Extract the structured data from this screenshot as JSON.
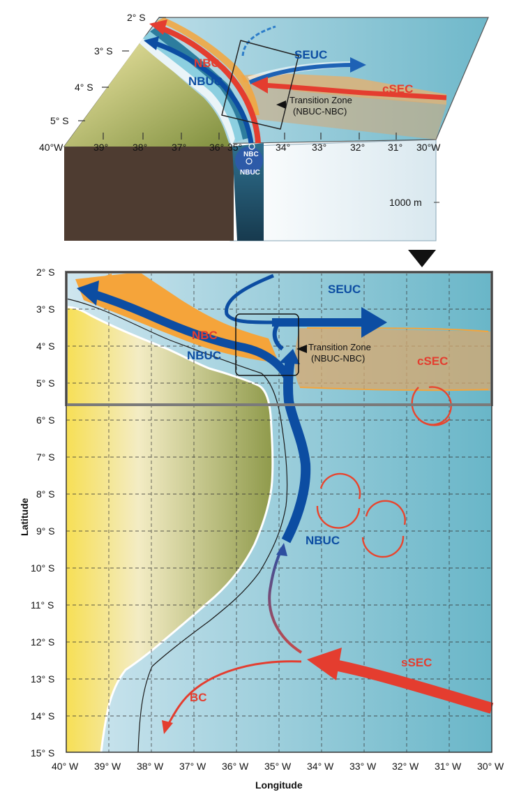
{
  "top_panel": {
    "lat_labels": [
      "2° S",
      "3° S",
      "4° S",
      "5° S"
    ],
    "lon_labels": [
      "40°W",
      "39°",
      "38°",
      "37°",
      "36°",
      "35°",
      "34°",
      "33°",
      "32°",
      "31°",
      "30°W"
    ],
    "depth_label": "1000 m",
    "currents": {
      "nbc": "NBC",
      "nbuc": "NBUC",
      "seuc": "SEUC",
      "csec": "cSEC",
      "circle_nbc": "NBC",
      "circle_nbuc": "NBUC"
    },
    "transition_zone_line1": "Transition Zone",
    "transition_zone_line2": "(NBUC-NBC)"
  },
  "main_map": {
    "lat_labels": [
      "2° S",
      "3° S",
      "4° S",
      "5° S",
      "6° S",
      "7° S",
      "8° S",
      "9° S",
      "10° S",
      "11° S",
      "12° S",
      "13° S",
      "14° S",
      "15° S"
    ],
    "lon_labels": [
      "40° W",
      "39° W",
      "38° W",
      "37° W",
      "36° W",
      "35° W",
      "34° W",
      "33° W",
      "32° W",
      "31° W",
      "30° W"
    ],
    "ylabel": "Latitude",
    "xlabel": "Longitude",
    "currents": {
      "seuc": "SEUC",
      "nbc": "NBC",
      "nbuc_upper": "NBUC",
      "csec": "cSEC",
      "nbuc_lower": "NBUC",
      "ssec": "sSEC",
      "bc": "BC"
    },
    "transition_zone_line1": "Transition Zone",
    "transition_zone_line2": "(NBUC-NBC)"
  },
  "colors": {
    "blue_current": "#0c4da2",
    "red_current": "#e43d2f",
    "orange_current": "#f5a43a",
    "ocean": "#a9d3e3",
    "land": "#d8cc8a",
    "shelf": "#4d3d33"
  }
}
